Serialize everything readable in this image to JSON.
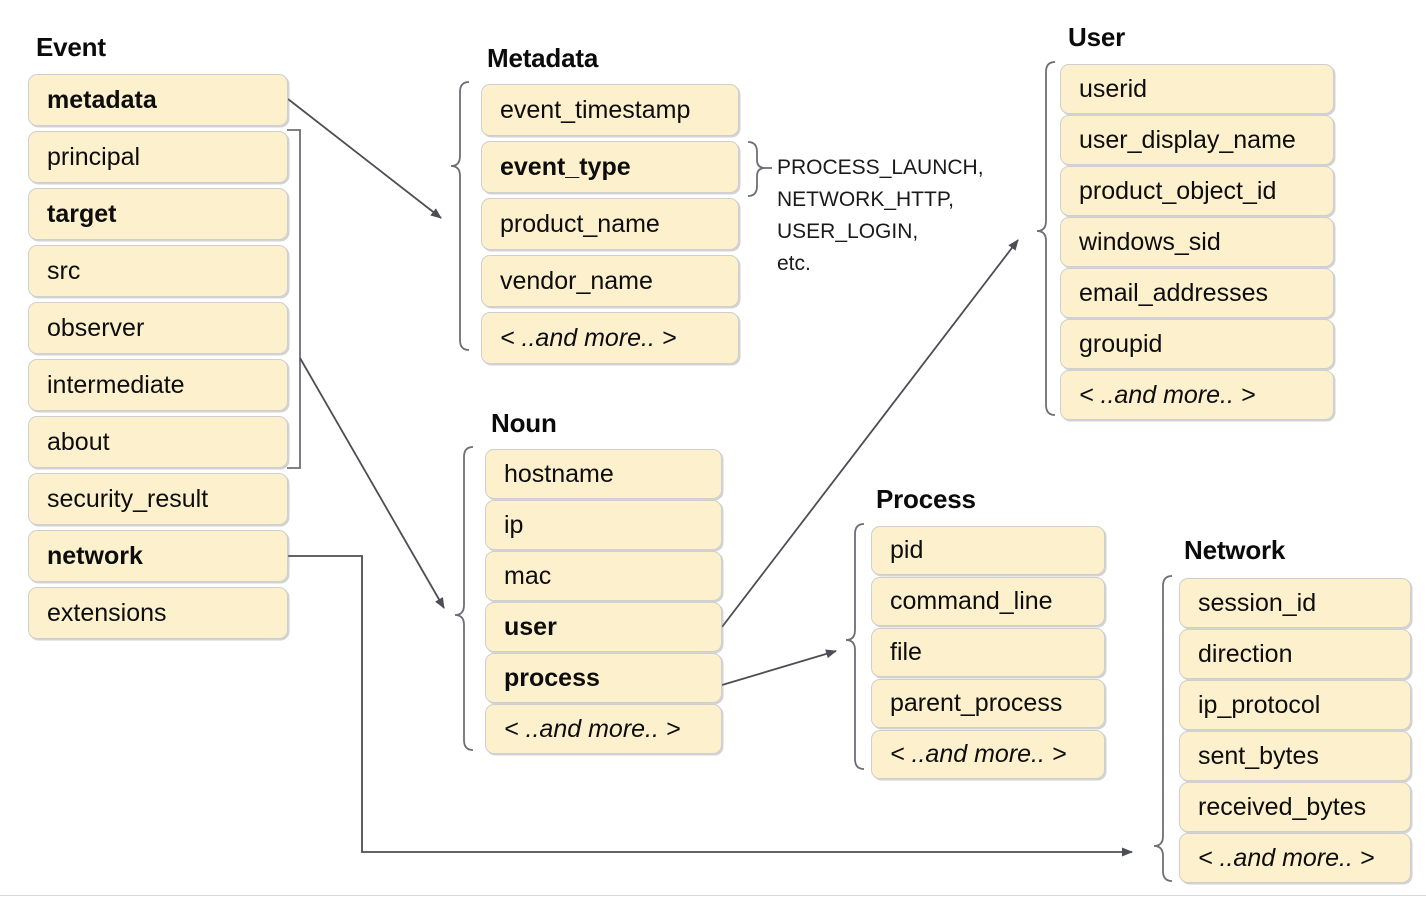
{
  "diagram": {
    "title_style": "UDM event schema overview",
    "box_fill": "#fdf0cd",
    "box_border": "#cfcfcf",
    "connector_color": "#4d4d55",
    "groups": [
      {
        "key": "event",
        "title": "Event",
        "fields": [
          {
            "label": "metadata",
            "bold": true,
            "more": false
          },
          {
            "label": "principal",
            "bold": false,
            "more": false
          },
          {
            "label": "target",
            "bold": true,
            "more": false
          },
          {
            "label": "src",
            "bold": false,
            "more": false
          },
          {
            "label": "observer",
            "bold": false,
            "more": false
          },
          {
            "label": "intermediate",
            "bold": false,
            "more": false
          },
          {
            "label": "about",
            "bold": false,
            "more": false
          },
          {
            "label": "security_result",
            "bold": false,
            "more": false
          },
          {
            "label": "network",
            "bold": true,
            "more": false
          },
          {
            "label": "extensions",
            "bold": false,
            "more": false
          }
        ]
      },
      {
        "key": "metadata",
        "title": "Metadata",
        "fields": [
          {
            "label": "event_timestamp",
            "bold": false,
            "more": false
          },
          {
            "label": "event_type",
            "bold": true,
            "more": false
          },
          {
            "label": "product_name",
            "bold": false,
            "more": false
          },
          {
            "label": "vendor_name",
            "bold": false,
            "more": false
          },
          {
            "label": "< ..and more.. >",
            "bold": false,
            "more": true
          }
        ]
      },
      {
        "key": "user",
        "title": "User",
        "fields": [
          {
            "label": "userid",
            "bold": false,
            "more": false
          },
          {
            "label": "user_display_name",
            "bold": false,
            "more": false
          },
          {
            "label": "product_object_id",
            "bold": false,
            "more": false
          },
          {
            "label": "windows_sid",
            "bold": false,
            "more": false
          },
          {
            "label": "email_addresses",
            "bold": false,
            "more": false
          },
          {
            "label": "groupid",
            "bold": false,
            "more": false
          },
          {
            "label": "< ..and more.. >",
            "bold": false,
            "more": true
          }
        ]
      },
      {
        "key": "noun",
        "title": "Noun",
        "fields": [
          {
            "label": "hostname",
            "bold": false,
            "more": false
          },
          {
            "label": "ip",
            "bold": false,
            "more": false
          },
          {
            "label": "mac",
            "bold": false,
            "more": false
          },
          {
            "label": "user",
            "bold": true,
            "more": false
          },
          {
            "label": "process",
            "bold": true,
            "more": false
          },
          {
            "label": "< ..and more.. >",
            "bold": false,
            "more": true
          }
        ]
      },
      {
        "key": "process",
        "title": "Process",
        "fields": [
          {
            "label": "pid",
            "bold": false,
            "more": false
          },
          {
            "label": "command_line",
            "bold": false,
            "more": false
          },
          {
            "label": "file",
            "bold": false,
            "more": false
          },
          {
            "label": "parent_process",
            "bold": false,
            "more": false
          },
          {
            "label": "< ..and more.. >",
            "bold": false,
            "more": true
          }
        ]
      },
      {
        "key": "network",
        "title": "Network",
        "fields": [
          {
            "label": "session_id",
            "bold": false,
            "more": false
          },
          {
            "label": "direction",
            "bold": false,
            "more": false
          },
          {
            "label": "ip_protocol",
            "bold": false,
            "more": false
          },
          {
            "label": "sent_bytes",
            "bold": false,
            "more": false
          },
          {
            "label": "received_bytes",
            "bold": false,
            "more": false
          },
          {
            "label": "< ..and more.. >",
            "bold": false,
            "more": true
          }
        ]
      }
    ],
    "annotations": {
      "event_type_values": "PROCESS_LAUNCH,\nNETWORK_HTTP,\nUSER_LOGIN,\netc."
    }
  }
}
